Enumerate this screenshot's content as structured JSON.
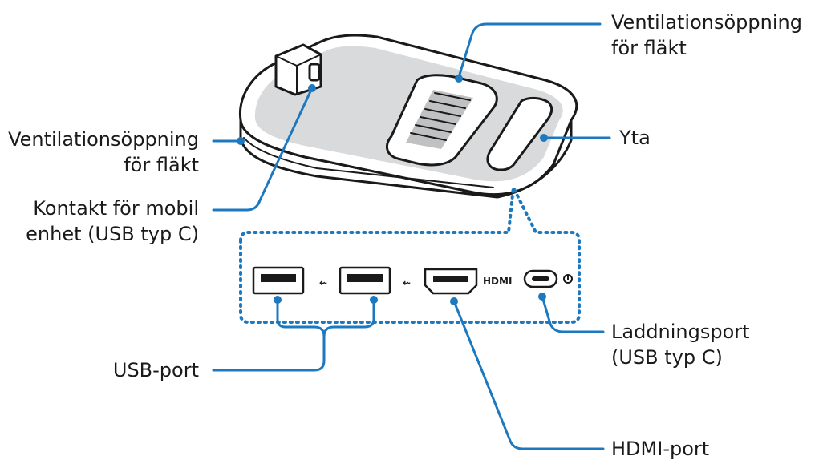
{
  "labels": {
    "vent_top_line1": "Ventilationsöppning",
    "vent_top_line2": "för fläkt",
    "vent_left_line1": "Ventilationsöppning",
    "vent_left_line2": "för fläkt",
    "surface": "Yta",
    "mobile_connector_line1": "Kontakt för mobil",
    "mobile_connector_line2": "enhet (USB typ C)",
    "usb_port": "USB-port",
    "charging_port_line1": "Laddningsport",
    "charging_port_line2": "(USB typ C)",
    "hdmi_port": "HDMI-port"
  },
  "port_glyphs": {
    "hdmi": "HDMI"
  },
  "colors": {
    "leader": "#1c79bf",
    "outline": "#1a1a1a",
    "shade": "#d9dadb",
    "text": "#1a1a1a"
  }
}
